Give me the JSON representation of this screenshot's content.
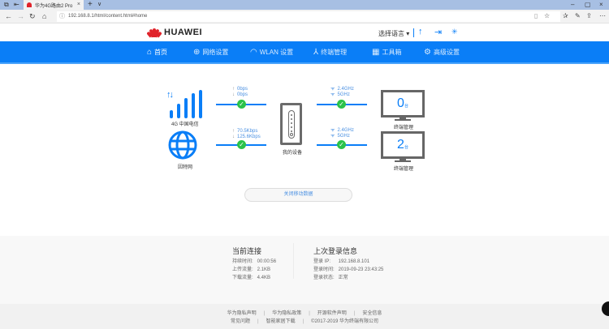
{
  "browser": {
    "tab_title": "华为4G路由2 Pro",
    "url": "192.168.8.1/html/content.html#home",
    "tab_close": "×",
    "new_tab": "+",
    "tab_list": "∨",
    "back": "←",
    "forward": "→",
    "refresh": "↻",
    "home": "⌂",
    "window_controls": {
      "minimize": "–",
      "maximize": "▢",
      "close": "×"
    },
    "toolbar_icons": [
      "reading-view",
      "favorite-star",
      "favorites",
      "notes",
      "share",
      "more"
    ]
  },
  "header": {
    "brand": "HUAWEI",
    "language": "选择语言 ▾",
    "icons": {
      "update": "↑",
      "logout": "⇥",
      "loading": "✳"
    }
  },
  "nav": {
    "items": [
      {
        "label": "首页",
        "icon": "⌂",
        "active": true
      },
      {
        "label": "网络设置",
        "icon": "⊕"
      },
      {
        "label": "WLAN 设置",
        "icon": "◠"
      },
      {
        "label": "终端管理",
        "icon": "⅄"
      },
      {
        "label": "工具箱",
        "icon": "▦"
      },
      {
        "label": "高级设置",
        "icon": "⚙"
      }
    ]
  },
  "diagram": {
    "carrier_label": "4G 中国电信",
    "internet_label": "因特网",
    "device_label": "我的设备",
    "link_top": {
      "up": "0bps",
      "down": "0bps"
    },
    "link_bottom": {
      "up": "70.5Kbps",
      "down": "125.6Kbps"
    },
    "wifi_top": {
      "band1": "2.4GHz",
      "band2": "5GHz"
    },
    "wifi_bottom": {
      "band1": "2.4GHz",
      "band2": "5GHz"
    },
    "terminal_top": {
      "count": "0",
      "unit": "台",
      "label": "终端管理"
    },
    "terminal_bottom": {
      "count": "2",
      "unit": "台",
      "label": "终端管理"
    },
    "arrow_up": "↑",
    "arrow_down": "↓",
    "wifi_icon": "ᯤ",
    "check": "✓"
  },
  "mobile_data_button": "关闭移动数据",
  "current_connection": {
    "title": "当前连接",
    "rows": [
      {
        "key": "持续时间:",
        "value": "00:00:56"
      },
      {
        "key": "上传流量:",
        "value": "2.1KB"
      },
      {
        "key": "下载流量:",
        "value": "4.4KB"
      }
    ]
  },
  "last_login": {
    "title": "上次登录信息",
    "rows": [
      {
        "key": "登录 IP:",
        "value": "192.168.8.101"
      },
      {
        "key": "登录时间:",
        "value": "2019-09-23 23:43:25"
      },
      {
        "key": "登录状态:",
        "value": "正常"
      }
    ]
  },
  "footer": {
    "row1": [
      "华为隐私声明",
      "华为隐私政策",
      "开源软件声明",
      "安全信息"
    ],
    "row2": [
      "常见问题",
      "智能家居下载",
      "©2017-2019 华为终端有限公司"
    ],
    "separator": "|"
  },
  "colors": {
    "brand_blue": "#0a7ef7",
    "huawei_red": "#e0232b",
    "ok_green": "#2bc24a"
  }
}
